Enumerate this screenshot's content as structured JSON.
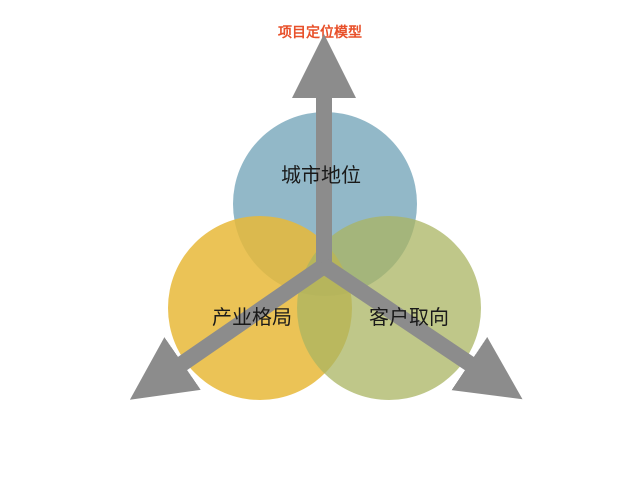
{
  "title": "项目定位模型",
  "colors": {
    "title": "#e8502a",
    "circle_top": "#7fabbe",
    "circle_left": "#e8b838",
    "circle_right": "#a9b462",
    "arrow": "#8c8c8c"
  },
  "circles": [
    {
      "id": "top",
      "label": "城市地位"
    },
    {
      "id": "left",
      "label": "产业格局"
    },
    {
      "id": "right",
      "label": "客户取向"
    }
  ]
}
